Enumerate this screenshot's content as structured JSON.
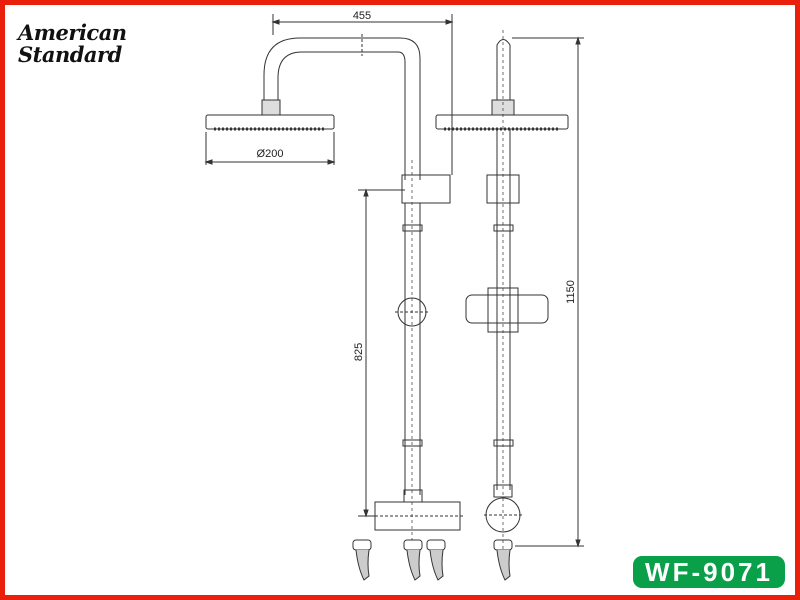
{
  "brand": {
    "line1": "American",
    "line2": "Standard"
  },
  "model": "WF-9071",
  "dimensions": {
    "arm_reach": "455",
    "head_diameter": "Ø200",
    "bracket_to_outlet": "825",
    "total_height": "1150"
  },
  "colors": {
    "border": "#e8200c",
    "badge": "#0aa04a"
  }
}
